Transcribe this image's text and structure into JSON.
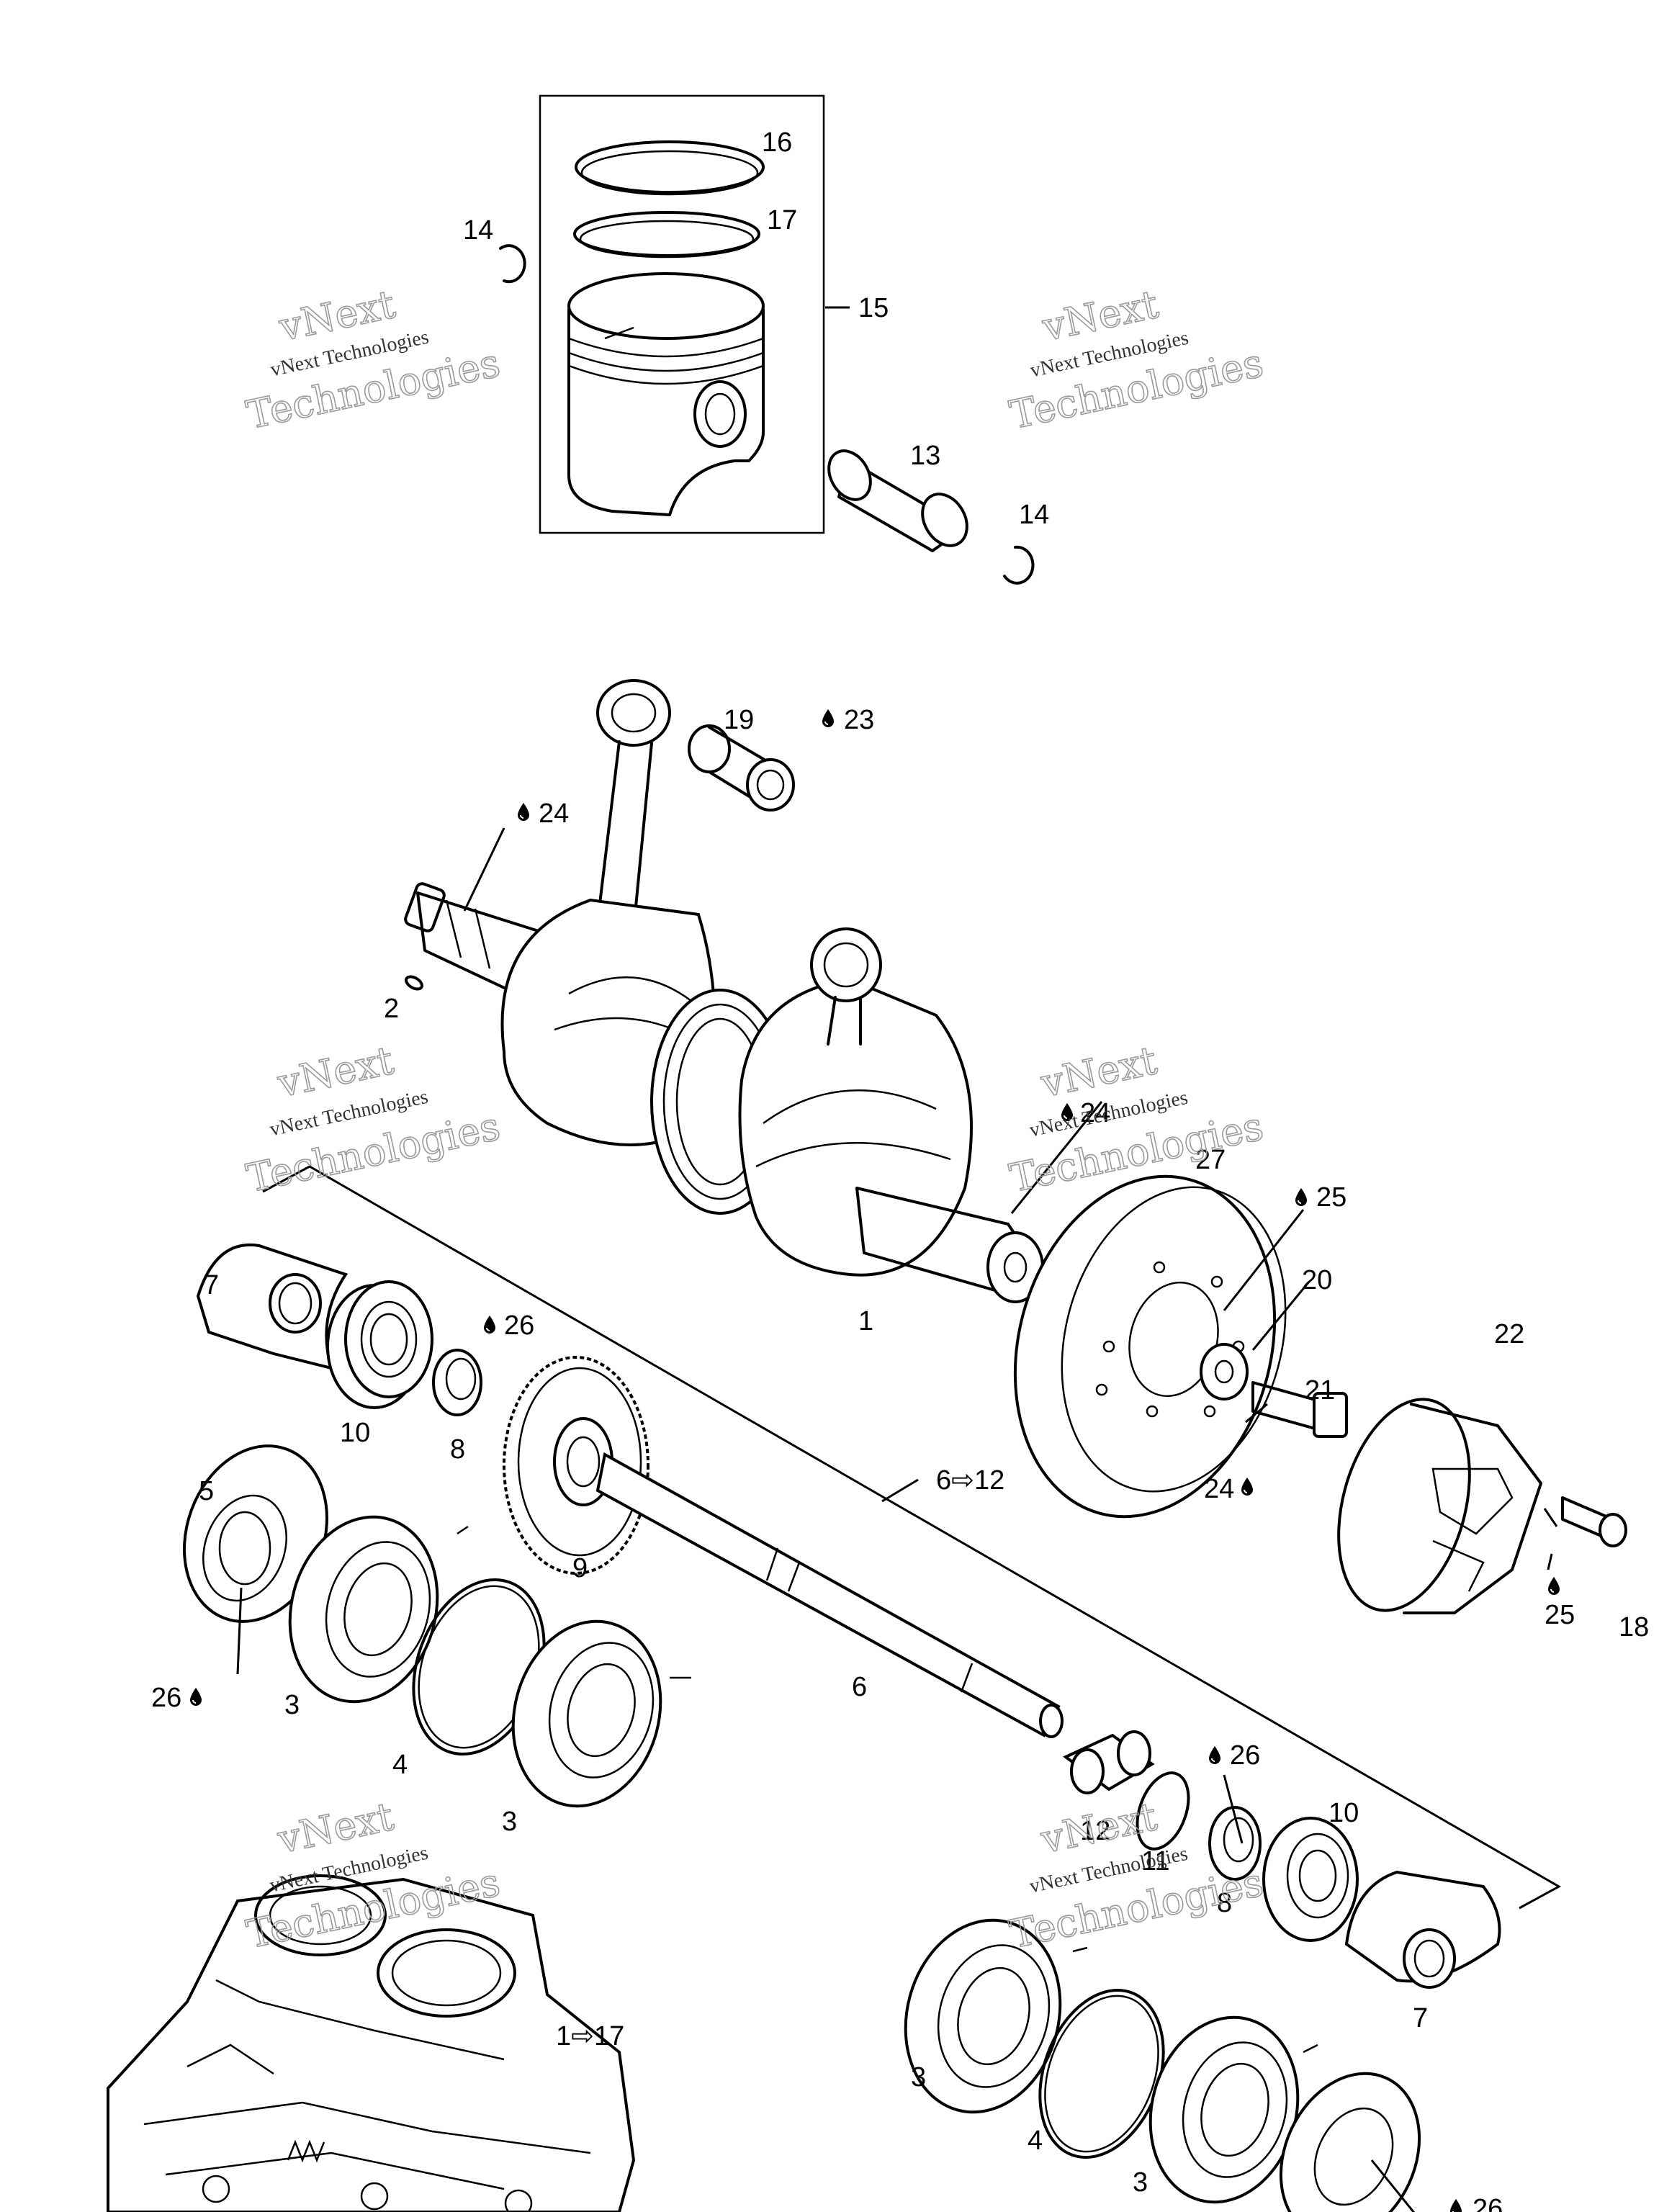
{
  "callouts": {
    "c16": "16",
    "c17": "17",
    "c14a": "14",
    "c15": "15",
    "c13": "13",
    "c14b": "14",
    "c19": "19",
    "c23": "23",
    "c24a": "24",
    "c2": "2",
    "c24b": "24",
    "c27": "27",
    "c25a": "25",
    "c1": "1",
    "c20": "20",
    "c7a": "7",
    "c26a": "26",
    "c22": "22",
    "c21": "21",
    "c10a": "10",
    "c8a": "8",
    "c24c": "24",
    "c5": "5",
    "c6range": "6⇨12",
    "c9": "9",
    "c25b": "25",
    "c18": "18",
    "c26b": "26",
    "c3a": "3",
    "c6": "6",
    "c4a": "4",
    "c3b": "3",
    "c26c": "26",
    "c12": "12",
    "c10b": "10",
    "c11": "11",
    "c8b": "8",
    "c1range": "1⇨17",
    "c7b": "7",
    "c3c": "3",
    "c4b": "4",
    "c3d": "3",
    "c26d": "26"
  },
  "watermark": {
    "small": "vNext Technologies",
    "big_line1": "vNext",
    "big_line2": "Technologies"
  },
  "icons": [
    "oil-drop-icon"
  ]
}
